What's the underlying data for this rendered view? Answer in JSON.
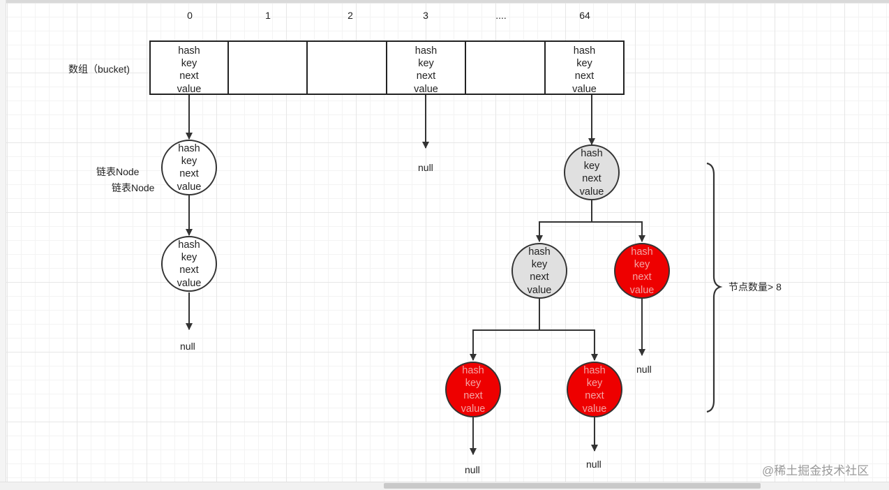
{
  "bucket_indices": [
    "0",
    "1",
    "2",
    "3",
    "....",
    "64"
  ],
  "bucket_label": "数组（bucket)",
  "node_fields": [
    "hash",
    "key",
    "next",
    "value"
  ],
  "list_node_labels": [
    "链表Node",
    "链表Node"
  ],
  "null_text": "null",
  "brace_label": "节点数量> 8",
  "watermark": "@稀土掘金技术社区",
  "colors": {
    "red_node": "#ee0000",
    "grey_node": "#e0e0e0",
    "white_node": "#ffffff",
    "line": "#333333"
  }
}
